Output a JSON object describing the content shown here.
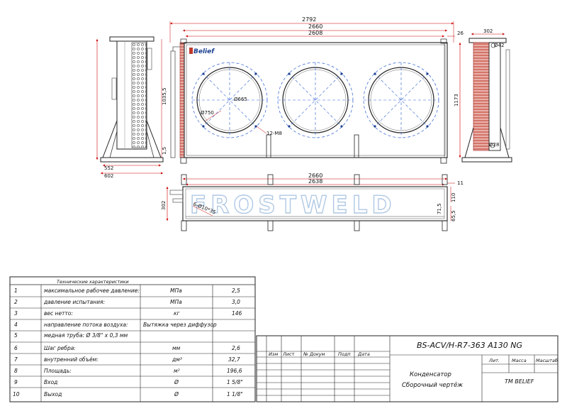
{
  "dimensions": {
    "total_length": "2792",
    "length_2660": "2660",
    "length_2608": "2608",
    "offset_26": "26",
    "side_width": "302",
    "side_left_base_552": "552",
    "side_left_base_602": "602",
    "side_left_height": "1035,5",
    "side_left_15": "1,5",
    "height_1173": "1173",
    "diam_665": "Ø665",
    "diam_750": "Ø750",
    "mount_holes": "12-M8",
    "diam_42": "Ø42",
    "diam_28": "Ø28",
    "bottom_2660": "2660",
    "bottom_2638": "2638",
    "bottom_11": "11",
    "bottom_302": "302",
    "bottom_holes": "6-Ø10*35",
    "bottom_110": "110",
    "bottom_715": "71,5",
    "bottom_655": "65,5"
  },
  "logo_text": "Belief",
  "watermark": "FROSTWELD",
  "specs": {
    "title": "Технические характеристики",
    "rows": [
      {
        "n": "1",
        "name": "максимальное рабочее давление:",
        "unit": "МПа",
        "value": "2,5"
      },
      {
        "n": "2",
        "name": "давление испытания:",
        "unit": "МПа",
        "value": "3,0"
      },
      {
        "n": "3",
        "name": "вес нетто:",
        "unit": "кг",
        "value": "146"
      },
      {
        "n": "4",
        "name": "направление потока воздуха:",
        "unit": "Вытяжка через диффузор",
        "value": ""
      },
      {
        "n": "5",
        "name": "медная труба: Ø 3/8\" x 0,3 мм",
        "unit": "",
        "value": ""
      },
      {
        "n": "6",
        "name": "Шаг ребра:",
        "unit": "мм",
        "value": "2,6"
      },
      {
        "n": "7",
        "name": "внутренний объём:",
        "unit": "дм³",
        "value": "32,7"
      },
      {
        "n": "8",
        "name": "Площадь:",
        "unit": "м²",
        "value": "196,6"
      },
      {
        "n": "9",
        "name": "Вход",
        "unit": "Ø",
        "value": "1 5/8\""
      },
      {
        "n": "10",
        "name": "Выход",
        "unit": "Ø",
        "value": "1 1/8\""
      }
    ]
  },
  "title_block": {
    "code": "BS-ACV/H-R7-363 A130 NG",
    "col_izm": "Изм",
    "col_list": "Лист",
    "col_doc": "№ Докум",
    "col_sign": "Подп",
    "col_date": "Дата",
    "name_line1": "Конденсатор",
    "name_line2": "Сборочный чертёж",
    "lit": "Лит.",
    "mass": "Масса",
    "scale": "Масштаб",
    "company": "TM BELIEF"
  }
}
